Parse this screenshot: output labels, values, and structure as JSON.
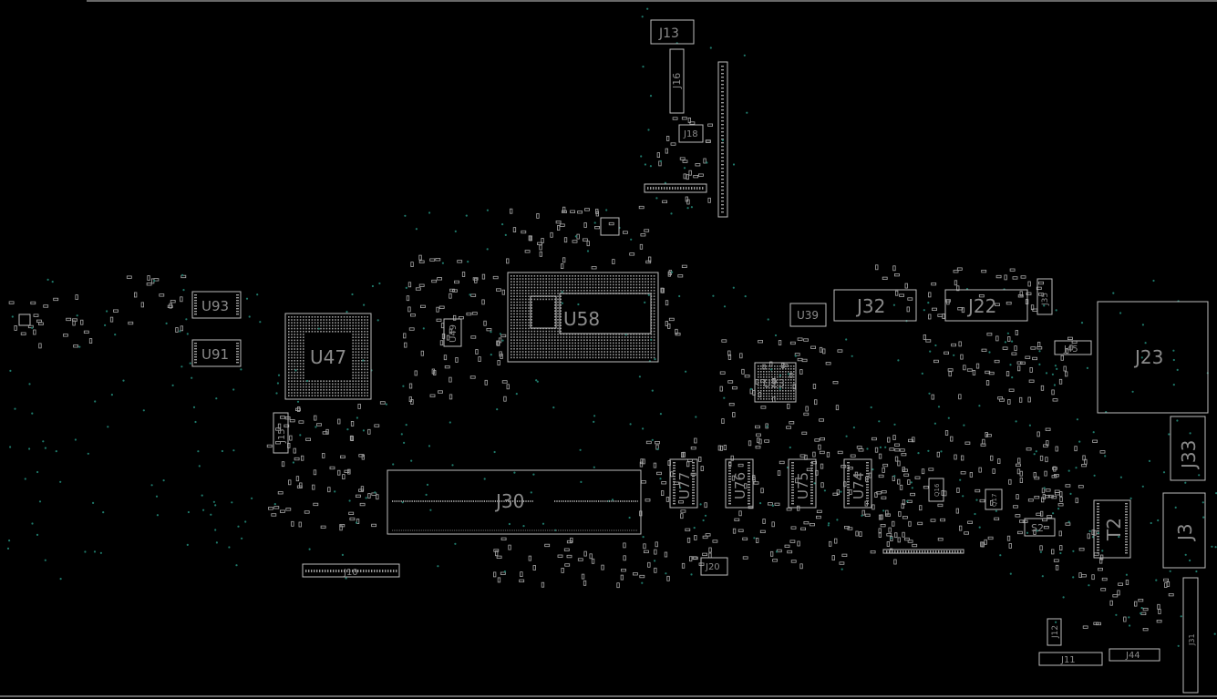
{
  "theme": {
    "background": "#000000",
    "outline": "#bdbdbd",
    "via": "#1f7a6b",
    "label": "#8a8a8a"
  },
  "components": [
    {
      "id": "u58",
      "label": "U58",
      "kind": "bga"
    },
    {
      "id": "u47",
      "label": "U47",
      "kind": "bga"
    },
    {
      "id": "u23",
      "label": "U23",
      "kind": "bga"
    },
    {
      "id": "u93",
      "label": "U93",
      "kind": "ic"
    },
    {
      "id": "u91",
      "label": "U91",
      "kind": "ic"
    },
    {
      "id": "u49",
      "label": "U49",
      "kind": "ic"
    },
    {
      "id": "u39",
      "label": "U39",
      "kind": "ic"
    },
    {
      "id": "u77",
      "label": "U77",
      "kind": "ic"
    },
    {
      "id": "u76",
      "label": "U76",
      "kind": "ic"
    },
    {
      "id": "u75",
      "label": "U75",
      "kind": "ic"
    },
    {
      "id": "u74",
      "label": "U74",
      "kind": "ic"
    },
    {
      "id": "j30",
      "label": "J30",
      "kind": "connector"
    },
    {
      "id": "j32",
      "label": "J32",
      "kind": "connector"
    },
    {
      "id": "j22",
      "label": "J22",
      "kind": "connector"
    },
    {
      "id": "j23",
      "label": "J23",
      "kind": "connector"
    },
    {
      "id": "j33",
      "label": "J33",
      "kind": "connector"
    },
    {
      "id": "j3",
      "label": "J3",
      "kind": "connector"
    },
    {
      "id": "t2",
      "label": "T2",
      "kind": "transformer"
    },
    {
      "id": "j13",
      "label": "J13",
      "kind": "connector"
    },
    {
      "id": "j16",
      "label": "J16",
      "kind": "connector"
    },
    {
      "id": "j18",
      "label": "J18",
      "kind": "connector"
    },
    {
      "id": "j15",
      "label": "J15",
      "kind": "connector"
    },
    {
      "id": "j10",
      "label": "J10",
      "kind": "connector"
    },
    {
      "id": "j20",
      "label": "J20",
      "kind": "connector"
    },
    {
      "id": "j45",
      "label": "J45",
      "kind": "connector"
    },
    {
      "id": "j35",
      "label": "J35",
      "kind": "connector"
    },
    {
      "id": "s2",
      "label": "S2",
      "kind": "switch"
    },
    {
      "id": "j12",
      "label": "J12",
      "kind": "connector"
    },
    {
      "id": "j11",
      "label": "J11",
      "kind": "connector"
    },
    {
      "id": "j44",
      "label": "J44",
      "kind": "connector"
    },
    {
      "id": "j31",
      "label": "J31",
      "kind": "connector"
    },
    {
      "id": "u16",
      "label": "Q16",
      "kind": "ic"
    },
    {
      "id": "u17",
      "label": "Q17",
      "kind": "ic"
    }
  ]
}
